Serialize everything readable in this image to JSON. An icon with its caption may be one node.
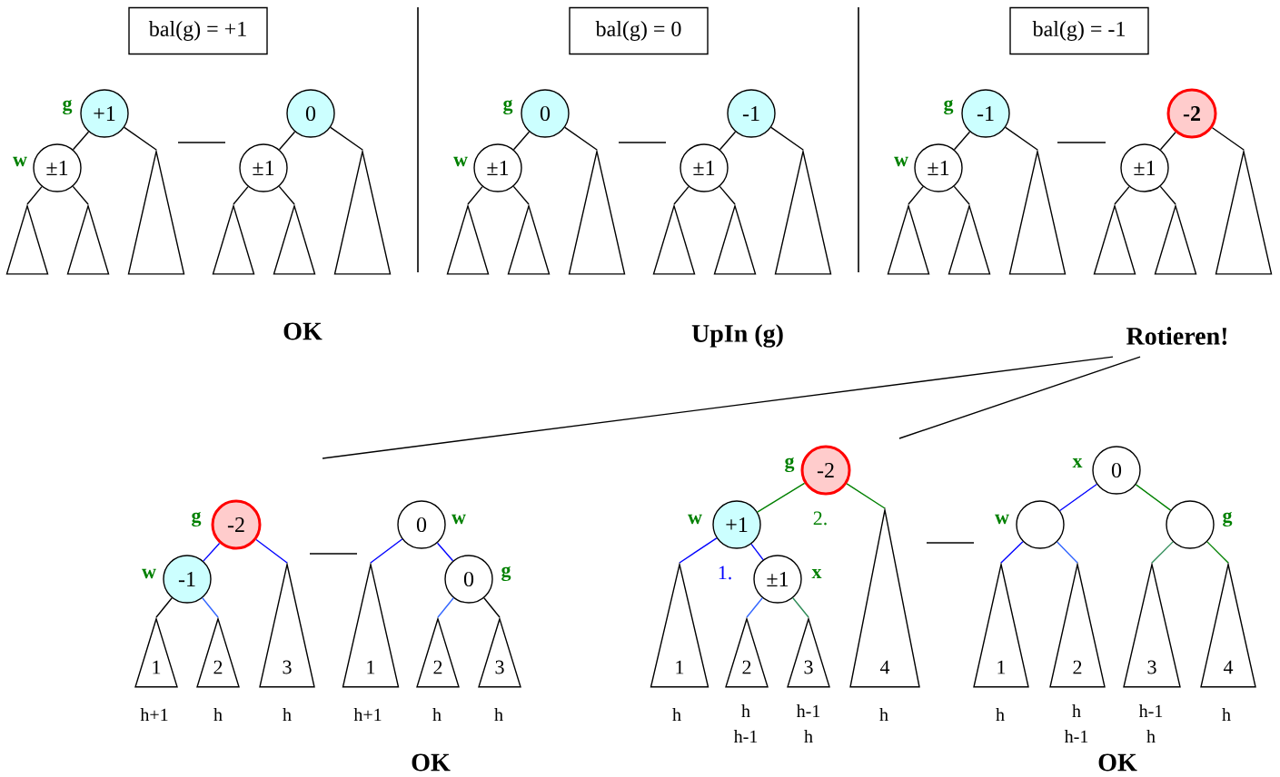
{
  "diagram": {
    "nodes": [
      {
        "text": [
          "bal(g) = +1"
        ]
      },
      {
        "text": [
          "+1"
        ],
        "beside": [
          "g"
        ]
      },
      {
        "text": [
          "±1"
        ],
        "beside": [
          "w"
        ]
      },
      {
        "text": [],
        "shape": "triangle"
      },
      {
        "text": [],
        "shape": "triangle"
      },
      {
        "text": [],
        "shape": "triangle"
      },
      {
        "text": [
          "0"
        ]
      },
      {
        "text": [
          "±1"
        ]
      },
      {
        "text": [],
        "shape": "triangle"
      },
      {
        "text": [],
        "shape": "triangle"
      },
      {
        "text": [],
        "shape": "triangle"
      },
      {
        "text": [
          "bal(g) = 0"
        ]
      },
      {
        "text": [
          "0"
        ],
        "beside": [
          "g"
        ]
      },
      {
        "text": [
          "±1"
        ],
        "beside": [
          "w"
        ]
      },
      {
        "text": [],
        "shape": "triangle"
      },
      {
        "text": [],
        "shape": "triangle"
      },
      {
        "text": [],
        "shape": "triangle"
      },
      {
        "text": [
          "-1"
        ]
      },
      {
        "text": [
          "±1"
        ]
      },
      {
        "text": [],
        "shape": "triangle"
      },
      {
        "text": [],
        "shape": "triangle"
      },
      {
        "text": [],
        "shape": "triangle"
      },
      {
        "text": [
          "bal(g) = -1"
        ]
      },
      {
        "text": [
          "-1"
        ],
        "beside": [
          "g"
        ]
      },
      {
        "text": [
          "±1"
        ],
        "beside": [
          "w"
        ]
      },
      {
        "text": [],
        "shape": "triangle"
      },
      {
        "text": [],
        "shape": "triangle"
      },
      {
        "text": [],
        "shape": "triangle"
      },
      {
        "text": [
          "-2"
        ]
      },
      {
        "text": [
          "±1"
        ]
      },
      {
        "text": [],
        "shape": "triangle"
      },
      {
        "text": [],
        "shape": "triangle"
      },
      {
        "text": [],
        "shape": "triangle"
      },
      {
        "text": [
          "Rotieren!"
        ]
      },
      {
        "text": [
          "-2"
        ],
        "beside": [
          "g"
        ]
      },
      {
        "text": [
          "-1"
        ],
        "beside": [
          "w"
        ]
      },
      {
        "text": [
          "1"
        ],
        "beside": [
          "h+1"
        ]
      },
      {
        "text": [
          "2"
        ],
        "beside": [
          "h"
        ]
      },
      {
        "text": [
          "3"
        ],
        "beside": [
          "h"
        ]
      },
      {
        "text": [
          "0"
        ],
        "beside": [
          "w"
        ]
      },
      {
        "text": [
          "0"
        ],
        "beside": [
          "g"
        ]
      },
      {
        "text": [
          "1"
        ],
        "beside": [
          "h+1"
        ]
      },
      {
        "text": [
          "2"
        ],
        "beside": [
          "h"
        ]
      },
      {
        "text": [
          "3"
        ],
        "beside": [
          "h"
        ]
      },
      {
        "text": [
          "-2"
        ],
        "beside": [
          "g"
        ]
      },
      {
        "text": [
          "+1"
        ],
        "beside": [
          "w"
        ]
      },
      {
        "text": [
          "±1"
        ],
        "beside": [
          "x"
        ]
      },
      {
        "text": [
          "1"
        ],
        "beside": [
          "h"
        ]
      },
      {
        "text": [
          "2"
        ],
        "beside": [
          "h",
          "h-1"
        ]
      },
      {
        "text": [
          "3"
        ],
        "beside": [
          "h-1",
          "h"
        ]
      },
      {
        "text": [
          "4"
        ],
        "beside": [
          "h"
        ]
      },
      {
        "text": [
          "0"
        ],
        "beside": [
          "x"
        ]
      },
      {
        "text": [],
        "shape": "circle",
        "beside": [
          "w"
        ]
      },
      {
        "text": [],
        "shape": "circle",
        "beside": [
          "g"
        ]
      },
      {
        "text": [
          "1"
        ],
        "beside": [
          "h"
        ]
      },
      {
        "text": [
          "2"
        ],
        "beside": [
          "h",
          "h-1"
        ]
      },
      {
        "text": [
          "3"
        ],
        "beside": [
          "h-1",
          "h"
        ]
      },
      {
        "text": [
          "4"
        ],
        "beside": [
          "h"
        ]
      }
    ],
    "edges": [
      {
        "from": 1,
        "to": 2,
        "arrow": "none"
      },
      {
        "from": 1,
        "to": 5,
        "arrow": "none"
      },
      {
        "from": 2,
        "to": 3,
        "arrow": "none"
      },
      {
        "from": 2,
        "to": 4,
        "arrow": "none"
      },
      {
        "from": 6,
        "to": 7,
        "arrow": "none"
      },
      {
        "from": 6,
        "to": 10,
        "arrow": "none"
      },
      {
        "from": 7,
        "to": 8,
        "arrow": "none"
      },
      {
        "from": 7,
        "to": 9,
        "arrow": "none"
      },
      {
        "from": 12,
        "to": 13,
        "arrow": "none"
      },
      {
        "from": 12,
        "to": 16,
        "arrow": "none"
      },
      {
        "from": 13,
        "to": 14,
        "arrow": "none"
      },
      {
        "from": 13,
        "to": 15,
        "arrow": "none"
      },
      {
        "from": 17,
        "to": 18,
        "arrow": "none"
      },
      {
        "from": 17,
        "to": 21,
        "arrow": "none"
      },
      {
        "from": 18,
        "to": 19,
        "arrow": "none"
      },
      {
        "from": 18,
        "to": 20,
        "arrow": "none"
      },
      {
        "from": 23,
        "to": 24,
        "arrow": "none"
      },
      {
        "from": 23,
        "to": 27,
        "arrow": "none"
      },
      {
        "from": 24,
        "to": 25,
        "arrow": "none"
      },
      {
        "from": 24,
        "to": 26,
        "arrow": "none"
      },
      {
        "from": 28,
        "to": 29,
        "arrow": "none"
      },
      {
        "from": 28,
        "to": 32,
        "arrow": "none"
      },
      {
        "from": 29,
        "to": 30,
        "arrow": "none"
      },
      {
        "from": 29,
        "to": 31,
        "arrow": "none"
      },
      {
        "from": 33,
        "to": null,
        "arrow": "none"
      },
      {
        "from": 33,
        "to": null,
        "arrow": "none"
      },
      {
        "from": 34,
        "to": 35,
        "arrow": "none",
        "color": "#0000ff"
      },
      {
        "from": 34,
        "to": 38,
        "arrow": "none",
        "color": "#0000ff"
      },
      {
        "from": 35,
        "to": 36,
        "arrow": "none"
      },
      {
        "from": 35,
        "to": 37,
        "arrow": "none",
        "color": "#3366ff"
      },
      {
        "from": 39,
        "to": 41,
        "arrow": "none",
        "color": "#0000ff"
      },
      {
        "from": 39,
        "to": 40,
        "arrow": "none",
        "color": "#0000ff"
      },
      {
        "from": 40,
        "to": 42,
        "arrow": "none",
        "color": "#3366ff"
      },
      {
        "from": 40,
        "to": 43,
        "arrow": "none"
      },
      {
        "from": 44,
        "to": 45,
        "arrow": "none",
        "color": "#008000",
        "label": "2."
      },
      {
        "from": 44,
        "to": 50,
        "arrow": "none",
        "color": "#008000"
      },
      {
        "from": 45,
        "to": 47,
        "arrow": "none",
        "color": "#0000ff"
      },
      {
        "from": 45,
        "to": 46,
        "arrow": "none",
        "color": "#0000ff",
        "label": "1."
      },
      {
        "from": 46,
        "to": 48,
        "arrow": "none",
        "color": "#3366ff"
      },
      {
        "from": 46,
        "to": 49,
        "arrow": "none",
        "color": "#2e8b57"
      },
      {
        "from": 51,
        "to": 52,
        "arrow": "none",
        "color": "#0000ff"
      },
      {
        "from": 51,
        "to": 53,
        "arrow": "none",
        "color": "#008000"
      },
      {
        "from": 52,
        "to": 54,
        "arrow": "none",
        "color": "#0000ff"
      },
      {
        "from": 52,
        "to": 55,
        "arrow": "none",
        "color": "#3366ff"
      },
      {
        "from": 53,
        "to": 56,
        "arrow": "none",
        "color": "#2e8b57"
      },
      {
        "from": 53,
        "to": 57,
        "arrow": "none",
        "color": "#008000"
      }
    ],
    "labels": [
      "OK",
      "UpIn (g)",
      "OK",
      "OK"
    ]
  }
}
